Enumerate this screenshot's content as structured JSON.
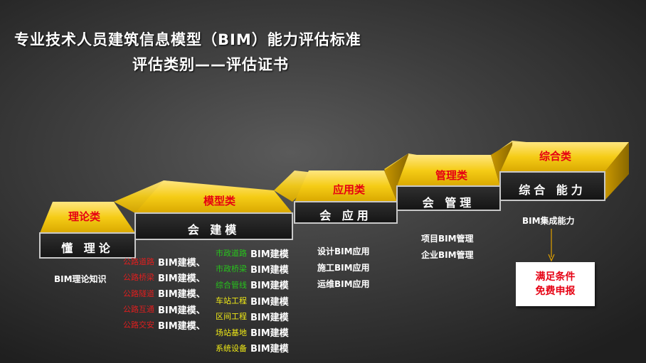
{
  "title_line1": "专业技术人员建筑信息模型（BIM）能力评估标准",
  "title_line2": "评估类别——评估证书",
  "stages": [
    {
      "category": "理论类",
      "action": "懂 理论"
    },
    {
      "category": "模型类",
      "action": "会 建模"
    },
    {
      "category": "应用类",
      "action": "会 应用"
    },
    {
      "category": "管理类",
      "action": "会 管理"
    },
    {
      "category": "综合类",
      "action": "综合 能力"
    }
  ],
  "theory_item": "BIM理论知识",
  "modeling_left": [
    {
      "label": "公路道路",
      "value": "BIM建模、"
    },
    {
      "label": "公路桥梁",
      "value": "BIM建模、"
    },
    {
      "label": "公路隧道",
      "value": "BIM建模、"
    },
    {
      "label": "公路互通",
      "value": "BIM建模、"
    },
    {
      "label": "公路交安",
      "value": "BIM建模、"
    }
  ],
  "modeling_right": [
    {
      "label": "市政道路",
      "value": "BIM建模",
      "color": "#27c41c"
    },
    {
      "label": "市政桥梁",
      "value": "BIM建模",
      "color": "#27c41c"
    },
    {
      "label": "综合管线",
      "value": "BIM建模",
      "color": "#27c41c"
    },
    {
      "label": "车站工程",
      "value": "BIM建模",
      "color": "#f0ea16"
    },
    {
      "label": "区间工程",
      "value": "BIM建模",
      "color": "#f0ea16"
    },
    {
      "label": "场站基地",
      "value": "BIM建模",
      "color": "#f0ea16"
    },
    {
      "label": "系统设备",
      "value": "BIM建模",
      "color": "#f0ea16"
    }
  ],
  "application_items": [
    "设计BIM应用",
    "施工BIM应用",
    "运维BIM应用"
  ],
  "management_items": [
    "项目BIM管理",
    "企业BIM管理"
  ],
  "comprehensive_item": "BIM集成能力",
  "cta_line1": "满足条件",
  "cta_line2": "免费申报",
  "colors": {
    "category_red": "#e60012",
    "gold": "#f2c500",
    "modeling_left_red": "#e01e1e"
  }
}
